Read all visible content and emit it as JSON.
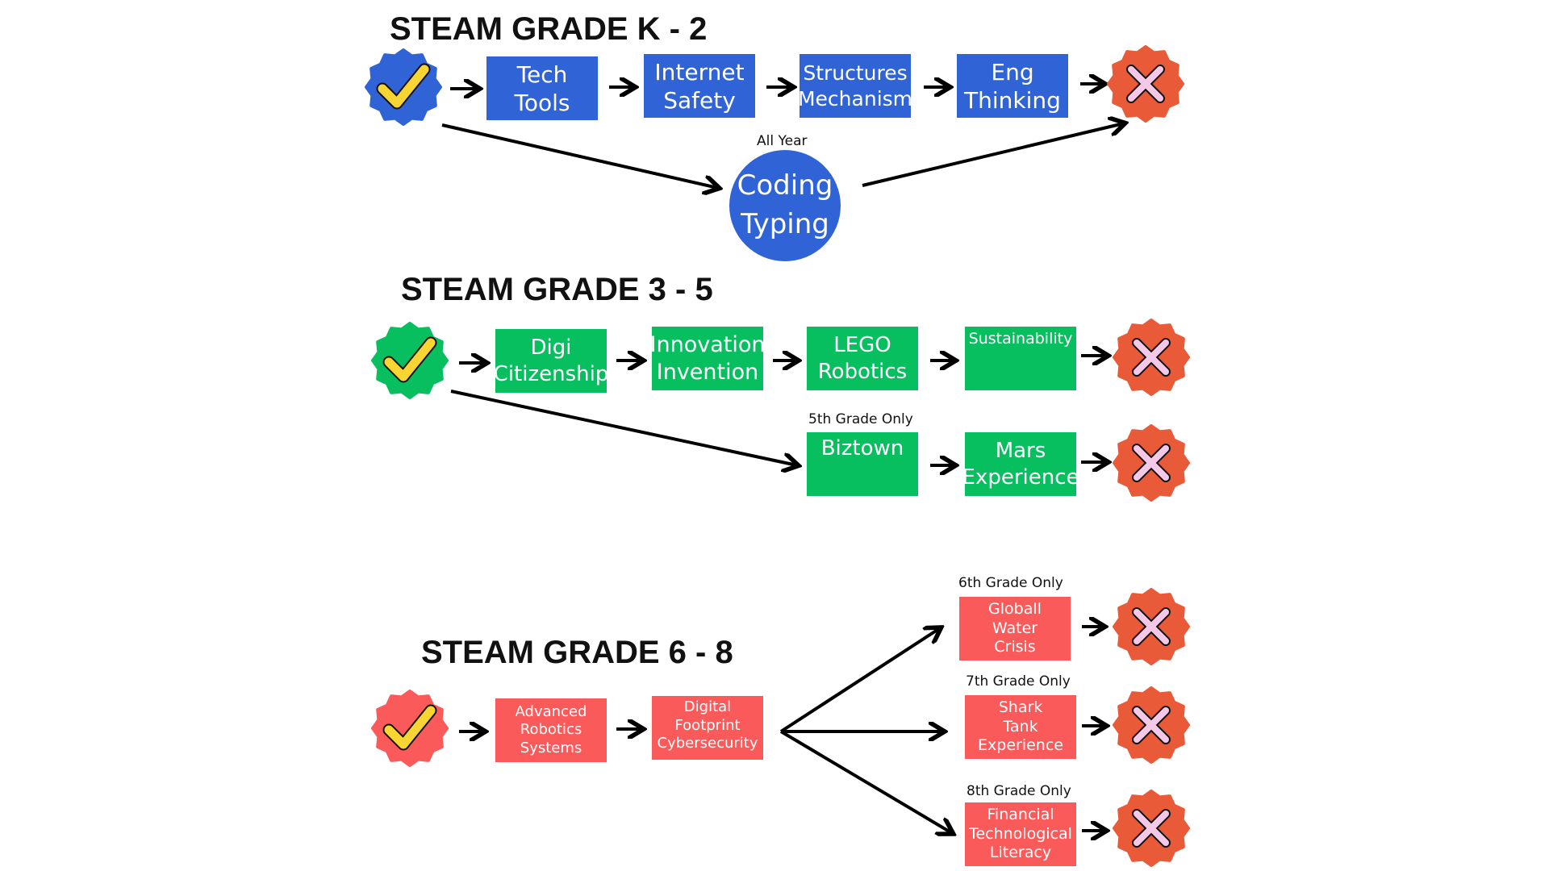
{
  "colors": {
    "k2": "#2f63d6",
    "g35": "#08bf5f",
    "g68": "#fb5a5a",
    "stop": "#e85a38",
    "check": "#f9d534",
    "cross": "#f4c9e8",
    "arrow": "#000000"
  },
  "icons": {
    "start": "checkmark-badge-icon",
    "end": "x-mark-badge-icon"
  },
  "k2": {
    "title": "STEAM GRADE K - 2",
    "steps": [
      "Tech\nTools",
      "Internet\nSafety",
      "Structures\nMechanism",
      "Eng\nThinking"
    ],
    "side_note": "All Year",
    "side_circle": "Coding\nTyping"
  },
  "g35": {
    "title": "STEAM GRADE 3 - 5",
    "steps": [
      "Digi\nCitizenship",
      "Innovation\nInvention",
      "LEGO\nRobotics",
      "Sustainability"
    ],
    "branch_note": "5th Grade Only",
    "branch_steps": [
      "Biztown",
      "Mars\nExperience"
    ]
  },
  "g68": {
    "title": "STEAM GRADE 6 - 8",
    "steps": [
      "Advanced\nRobotics\nSystems",
      "Digital Footprint\nCybersecurity"
    ],
    "branches": [
      {
        "note": "6th Grade Only",
        "label": "Globall\nWater\nCrisis"
      },
      {
        "note": "7th Grade Only",
        "label": "Shark\nTank\nExperience"
      },
      {
        "note": "8th Grade Only",
        "label": "Financial\nTechnological\nLiteracy"
      }
    ]
  }
}
